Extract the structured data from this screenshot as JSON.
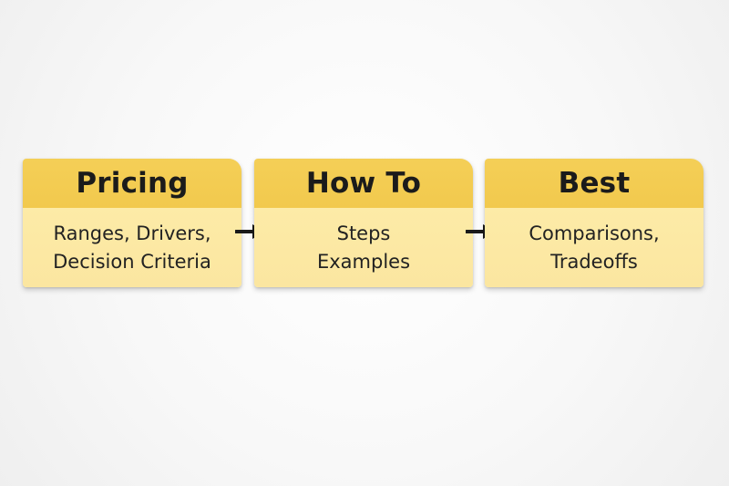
{
  "steps": [
    {
      "title": "Pricing",
      "lines": [
        "Ranges, Drivers,",
        "Decision Criteria"
      ]
    },
    {
      "title": "How To",
      "lines": [
        "Steps",
        "Examples"
      ]
    },
    {
      "title": "Best",
      "lines": [
        "Comparisons,",
        "Tradeoffs"
      ]
    }
  ],
  "colors": {
    "header": "#f2c94d",
    "body": "#fce8a3",
    "text": "#1b1b1b",
    "arrow": "#1a1a1a"
  }
}
